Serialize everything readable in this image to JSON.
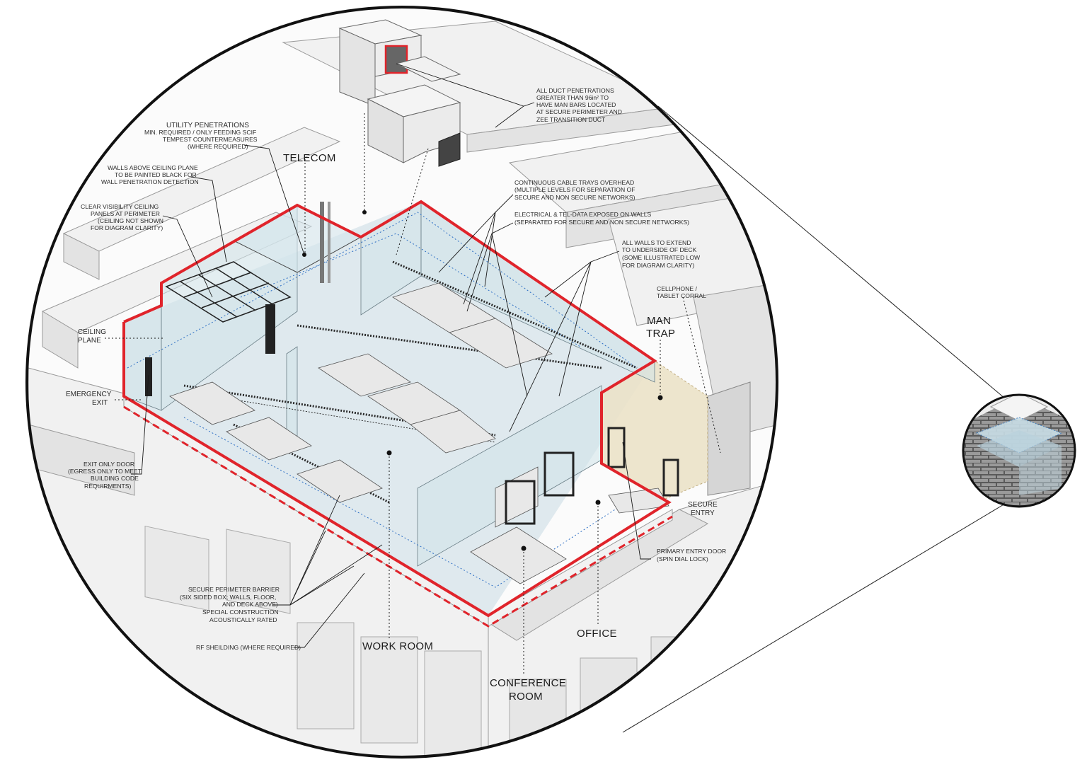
{
  "rooms": {
    "telecom": "TELECOM",
    "man_trap_1": "MAN",
    "man_trap_2": "TRAP",
    "work_room": "WORK ROOM",
    "office": "OFFICE",
    "conference_1": "CONFERENCE",
    "conference_2": "ROOM"
  },
  "labels": {
    "ceiling_plane_1": "CEILING",
    "ceiling_plane_2": "PLANE",
    "emergency_exit_1": "EMERGENCY",
    "emergency_exit_2": "EXIT",
    "secure_entry_1": "SECURE",
    "secure_entry_2": "ENTRY"
  },
  "annotations": {
    "utility_penetrations": {
      "title": "UTILITY PENETRATIONS",
      "lines": [
        "MIN. REQUIRED / ONLY FEEDING SCIF",
        "TEMPEST COUNTERMEASURES",
        "(WHERE REQUIRED)"
      ]
    },
    "walls_above_ceiling": [
      "WALLS ABOVE CEILING PLANE",
      "TO BE PAINTED BLACK FOR",
      "WALL PENETRATION DETECTION"
    ],
    "clear_visibility": [
      "CLEAR VISIBILITY CEILING",
      "PANELS AT PERIMETER",
      "(CEILING NOT SHOWN",
      "FOR DIAGRAM CLARITY)"
    ],
    "duct_penetrations": [
      "ALL DUCT PENETRATIONS",
      "GREATER THAN 96in² TO",
      "HAVE MAN BARS LOCATED",
      "AT SECURE PERIMETER AND",
      "ZEE TRANSITION DUCT"
    ],
    "cable_trays": [
      "CONTINUOUS CABLE TRAYS OVERHEAD",
      "(MULTIPLE LEVELS FOR SEPARATION OF",
      "SECURE AND NON SECURE NETWORKS)"
    ],
    "electrical": [
      "ELECTRICAL & TEL-DATA EXPOSED ON WALLS",
      "(SEPARATED FOR SECURE AND NON SECURE NETWORKS)"
    ],
    "all_walls": [
      "ALL WALLS TO EXTEND",
      "TO UNDERSIDE OF DECK",
      "(SOME ILLUSTRATED LOW",
      "FOR DIAGRAM CLARITY)"
    ],
    "cellphone": [
      "CELLPHONE /",
      "TABLET CORRAL"
    ],
    "exit_only": [
      "EXIT ONLY DOOR",
      "(EGRESS ONLY TO MEET",
      "BUILDING CODE",
      "REQUIRMENTS)"
    ],
    "primary_entry": [
      "PRIMARY ENTRY DOOR",
      "(SPIN DIAL LOCK)"
    ],
    "secure_perimeter": [
      "SECURE PERIMETER BARRIER",
      "(SIX SIDED BOX; WALLS, FLOOR,",
      "AND DECK ABOVE)",
      "SPECIAL CONSTRUCTION",
      "ACOUSTICALLY RATED"
    ],
    "rf_shielding": "RF SHEILDING (WHERE REQUIRED)"
  },
  "colors": {
    "perimeter_red": "#e0242b",
    "glass_blue": "#cfe3ea",
    "floor_blue": "#dde8ee",
    "man_trap_tan": "#ece3c9",
    "outline": "#111111"
  },
  "icons": [
    "magnifier-circle",
    "inset-building-thumbnail"
  ]
}
